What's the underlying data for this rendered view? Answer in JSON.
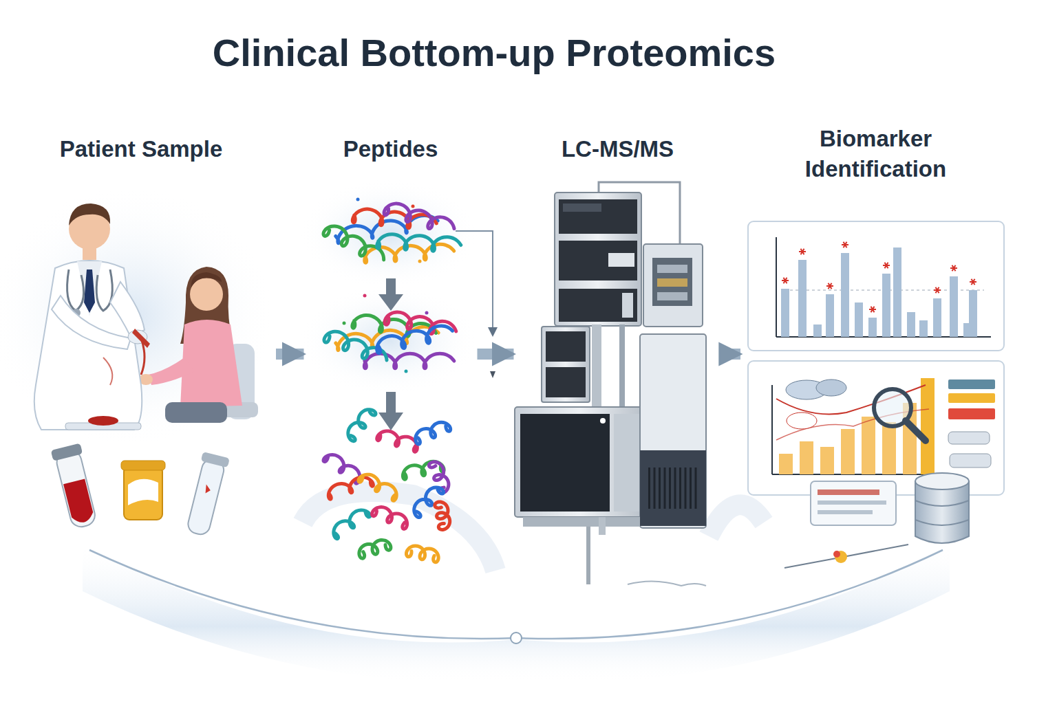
{
  "diagram": {
    "title": "Clinical Bottom-up Proteomics",
    "nodes": [
      {
        "text": [
          "Patient Sample"
        ]
      },
      {
        "text": [
          "Peptides"
        ]
      },
      {
        "text": [
          "LC-MS/MS"
        ]
      },
      {
        "text": [
          "Biomarker Identification"
        ]
      }
    ],
    "edges": [
      {
        "from": 0,
        "to": 1,
        "arrow": "to"
      },
      {
        "from": 1,
        "to": 2,
        "arrow": "to"
      },
      {
        "from": 2,
        "to": 3,
        "arrow": "to"
      }
    ]
  }
}
